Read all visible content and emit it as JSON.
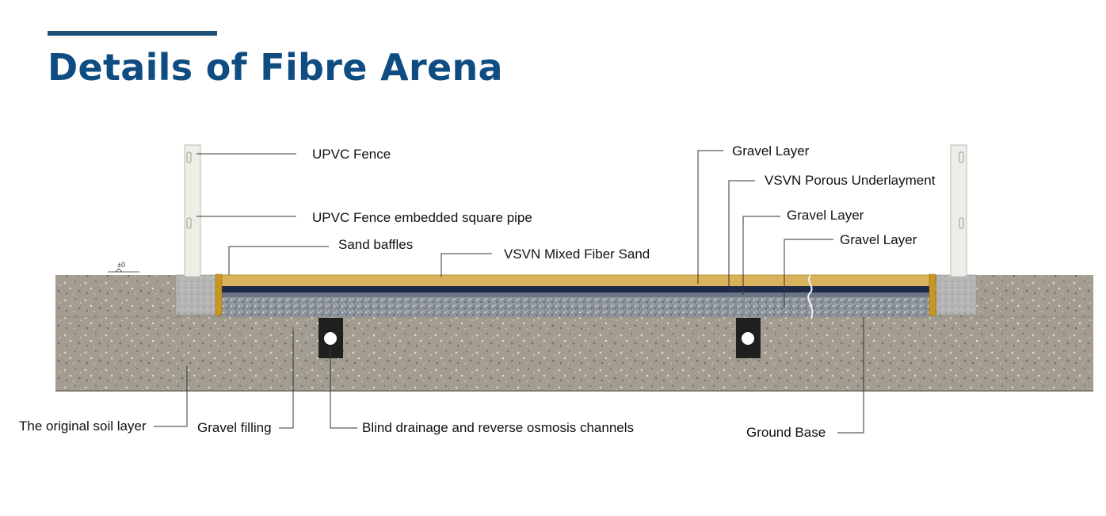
{
  "page": {
    "title": "Details of Fibre Arena",
    "accent_color": "#0f4c81"
  },
  "diagram": {
    "level_mark": "±0",
    "labels": {
      "upvc_fence": "UPVC Fence",
      "fence_pipe": "UPVC Fence embedded square pipe",
      "sand_baffles": "Sand baffles",
      "mixed_fiber_sand": "VSVN Mixed Fiber Sand",
      "gravel_layer_1": "Gravel Layer",
      "porous_underlayment": "VSVN Porous Underlayment",
      "gravel_layer_2": "Gravel Layer",
      "gravel_layer_3": "Gravel Layer",
      "original_soil": "The original soil layer",
      "gravel_filling": "Gravel filling",
      "blind_drainage": "Blind drainage and reverse osmosis channels",
      "ground_base": "Ground Base"
    },
    "colors": {
      "soil": "#a09a8e",
      "sand": "#d9b25c",
      "underlayment": "#1e2a4a",
      "gravel": "#9aa0a8",
      "baffle": "#c9961f",
      "concrete": "#b9b9b9",
      "drain": "#1f1f1f"
    }
  }
}
